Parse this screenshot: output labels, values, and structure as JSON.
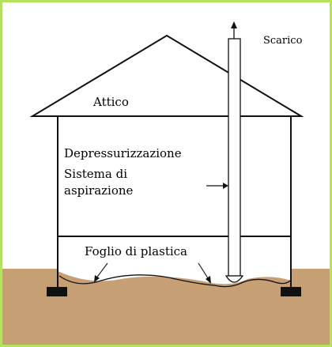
{
  "labels": {
    "scarico": "Scarico",
    "attico": "Attico",
    "depressurizzazione": "Depressurizzazione",
    "sistema_line1": "Sistema di",
    "sistema_line2": "aspirazione",
    "foglio": "Foglio di plastica"
  },
  "colors": {
    "border": "#b3e35a",
    "ground": "#c79f74",
    "footing": "#111111",
    "line": "#111111",
    "background": "#ffffff"
  }
}
